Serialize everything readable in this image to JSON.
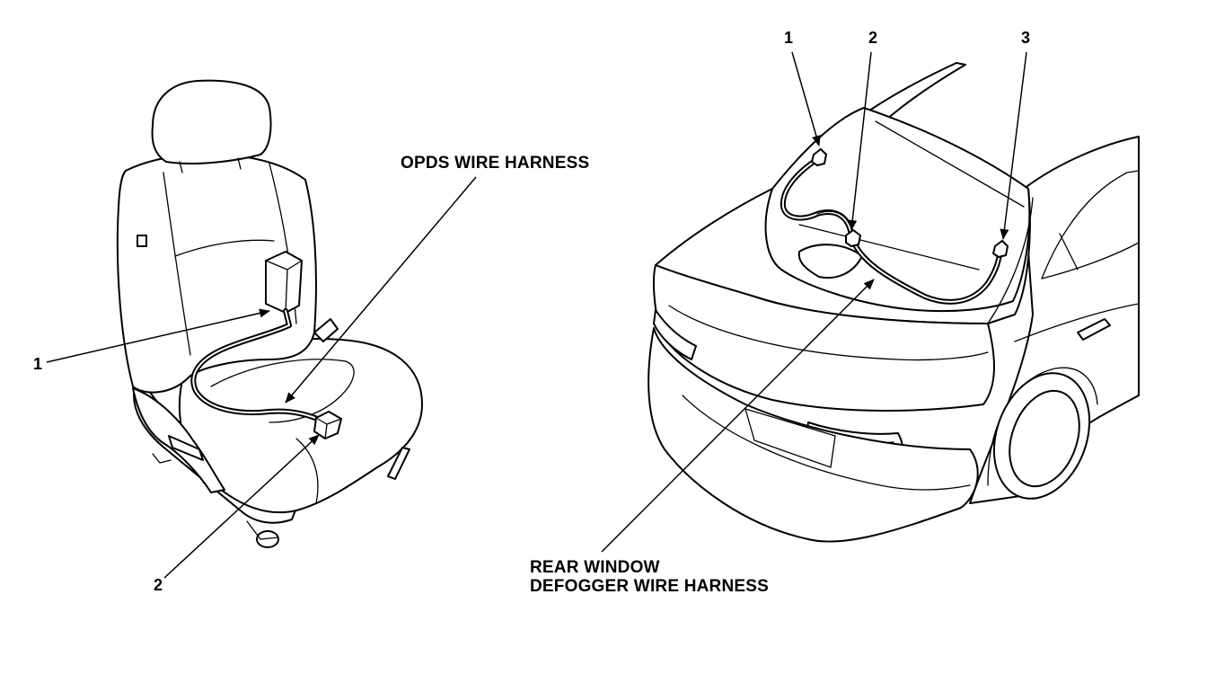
{
  "seat_diagram": {
    "harness_label": "OPDS WIRE HARNESS",
    "callout_1": "1",
    "callout_2": "2"
  },
  "car_diagram": {
    "harness_label_line1": "REAR WINDOW",
    "harness_label_line2": "DEFOGGER WIRE HARNESS",
    "callout_1": "1",
    "callout_2": "2",
    "callout_3": "3"
  }
}
